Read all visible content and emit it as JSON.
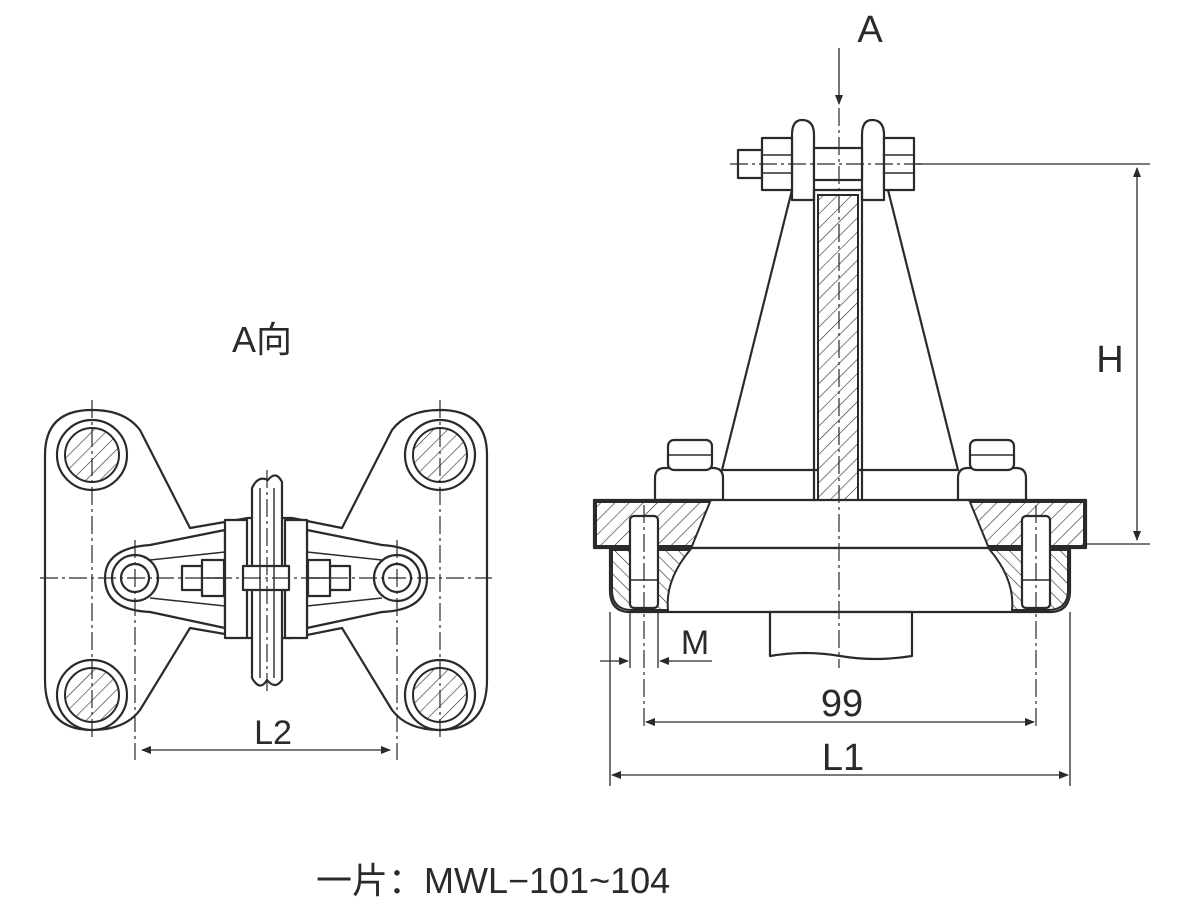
{
  "labels": {
    "view_arrow": "A",
    "view_a_title": "A向",
    "dim_h": "H",
    "dim_m": "M",
    "dim_99": "99",
    "dim_l1": "L1",
    "dim_l2": "L2",
    "caption": "一片：MWL−101~104"
  },
  "colors": {
    "line": "#2a2a2a",
    "background": "#ffffff"
  }
}
